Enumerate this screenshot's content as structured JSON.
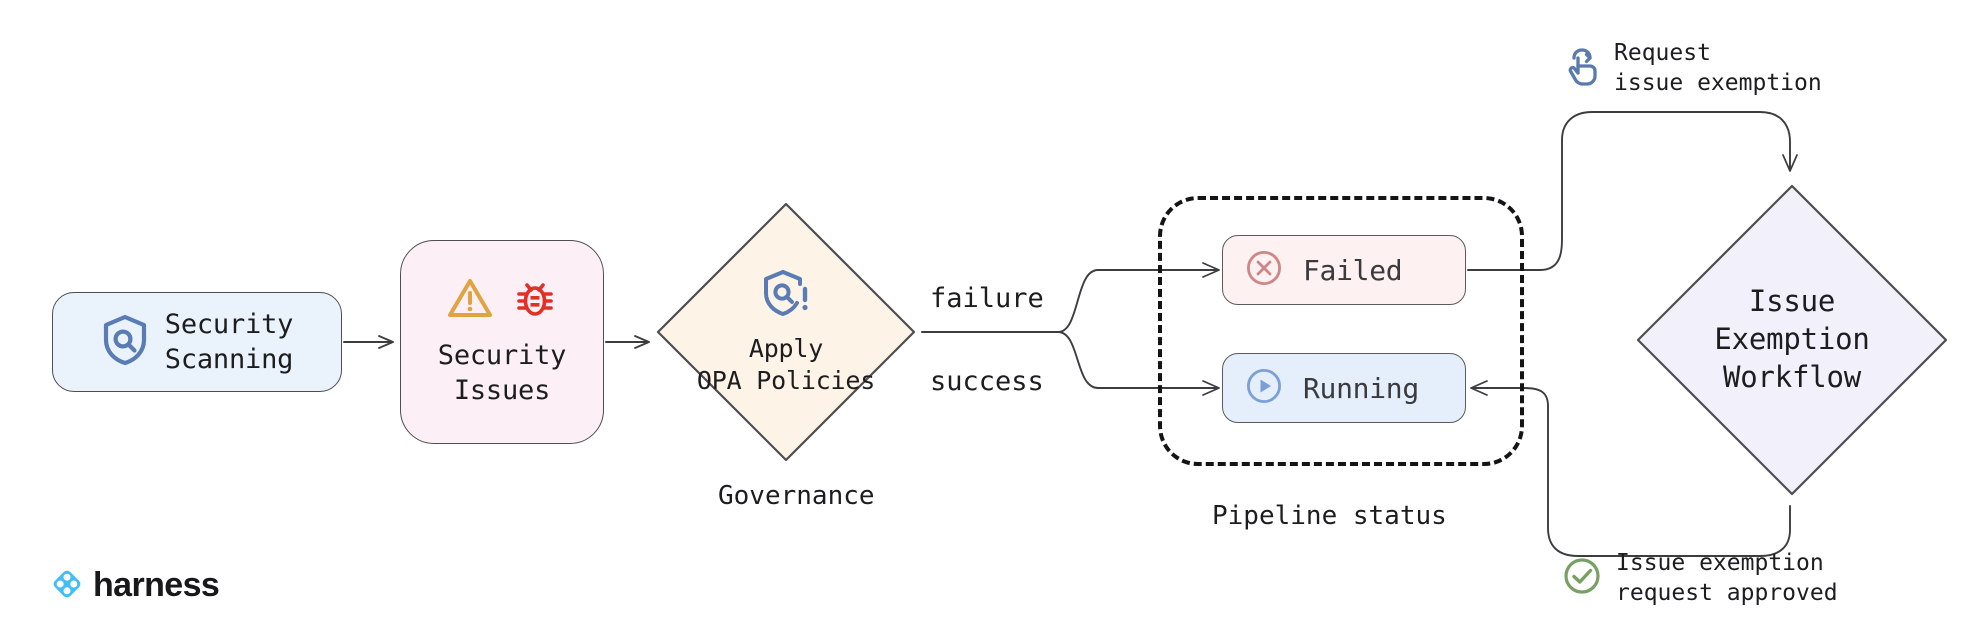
{
  "diagram": {
    "title": "Security scanning governance and issue exemption workflow",
    "background": "#ffffff"
  },
  "nodes": {
    "security_scanning": {
      "label": "Security\nScanning",
      "icon": "shield-search-icon",
      "fill": "#eaf3fc",
      "stroke": "#4d4d52"
    },
    "security_issues": {
      "label": "Security\nIssues",
      "icons": [
        "warning-triangle-icon",
        "bug-icon"
      ],
      "fill": "#fcf0f6",
      "stroke": "#4d4d52"
    },
    "apply_opa_policies": {
      "label": "Apply\nOPA Policies",
      "icon": "shield-search-alert-icon",
      "fill": "#fdf3e7",
      "stroke": "#4d4d52",
      "caption": "Governance"
    },
    "failed": {
      "label": "Failed",
      "icon": "failed-circle-x-icon",
      "fill": "#fdf1f1",
      "stroke": "#5a5a60",
      "accent": "#cf8686"
    },
    "running": {
      "label": "Running",
      "icon": "running-play-circle-icon",
      "fill": "#e4effb",
      "stroke": "#5a5a60",
      "accent": "#7d9fd8"
    },
    "issue_exemption_workflow": {
      "label": "Issue\nExemption\nWorkflow",
      "fill": "#f1f0fb",
      "stroke": "#4d4d52"
    }
  },
  "groups": {
    "pipeline_status": {
      "caption": "Pipeline status",
      "stroke": "#141417",
      "style": "dashed"
    }
  },
  "edges": {
    "failure_label": "failure",
    "success_label": "success"
  },
  "annotations": {
    "request": {
      "line1": "Request",
      "line2": "issue exemption",
      "icon": "hand-click-icon",
      "color": "#5a79ae"
    },
    "approved": {
      "line1": "Issue exemption",
      "line2": "request approved",
      "icon": "check-circle-icon",
      "color": "#77a064"
    }
  },
  "branding": {
    "name": "harness",
    "logo_icon": "harness-diamond-logo",
    "logo_color": "#42bdf5",
    "text_color": "#18181b"
  }
}
